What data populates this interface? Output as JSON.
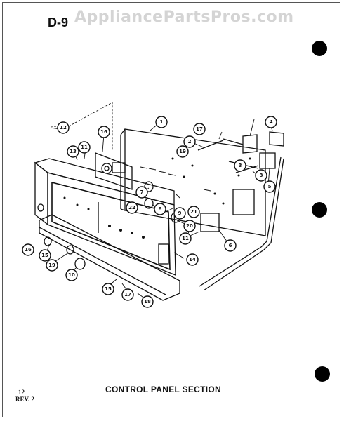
{
  "header": {
    "page_code": "D-9",
    "watermark": "AppliancePartsPros.com"
  },
  "footer": {
    "page_number": "12",
    "revision": "REV. 2",
    "caption": "CONTROL PANEL SECTION"
  },
  "callouts": [
    "1",
    "2",
    "3",
    "3",
    "4",
    "5",
    "6",
    "7",
    "8",
    "9",
    "10",
    "11",
    "11",
    "12",
    "13",
    "14",
    "15",
    "15",
    "16",
    "16",
    "17",
    "17",
    "18",
    "19",
    "19",
    "20",
    "21",
    "22"
  ]
}
